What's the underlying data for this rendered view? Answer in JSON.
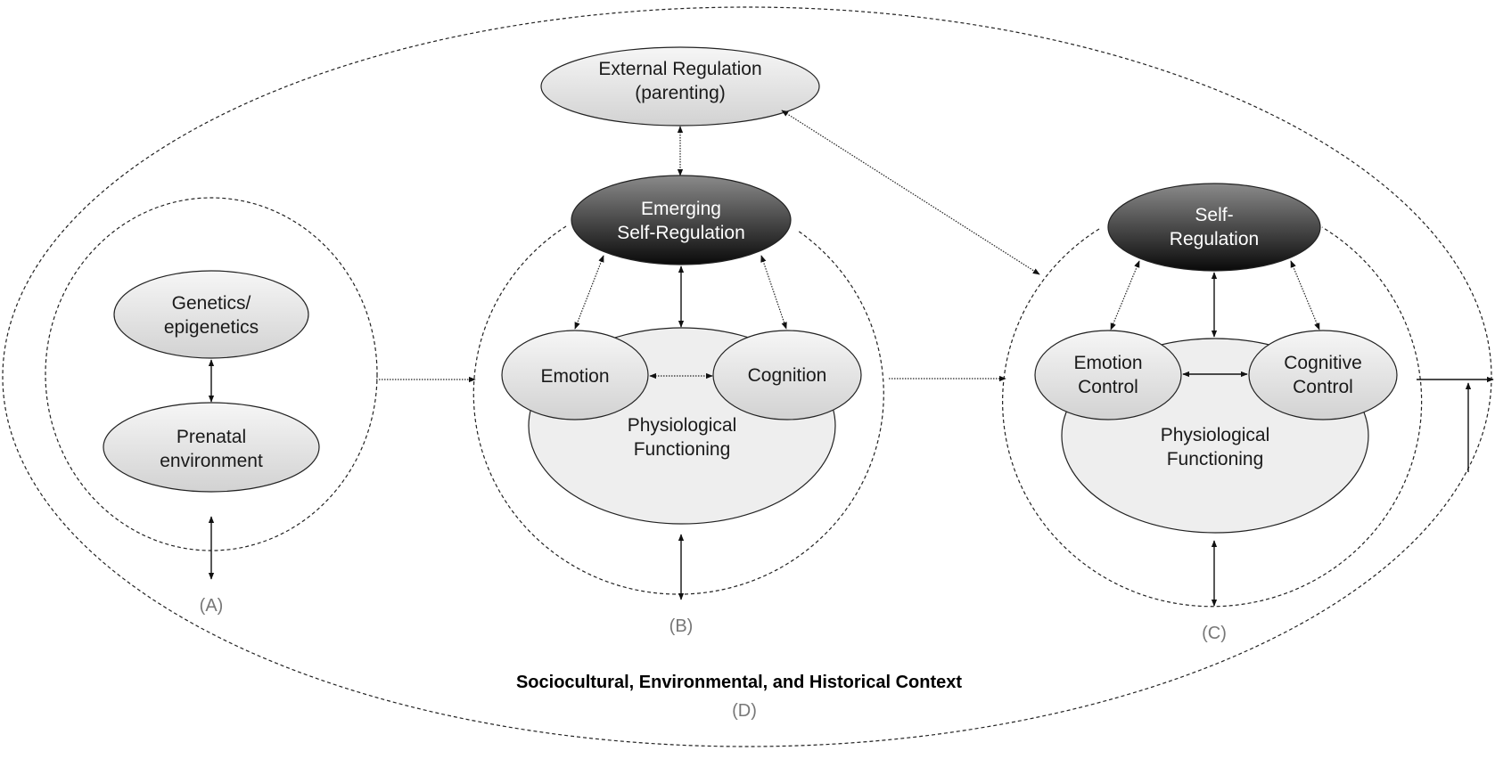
{
  "nodes": {
    "external_regulation": [
      "External Regulation",
      "(parenting)"
    ],
    "genetics": [
      "Genetics/",
      "epigenetics"
    ],
    "prenatal": [
      "Prenatal",
      "environment"
    ],
    "emerging_self_regulation": [
      "Emerging",
      "Self-Regulation"
    ],
    "emotion": "Emotion",
    "cognition": "Cognition",
    "physiological_b": [
      "Physiological",
      "Functioning"
    ],
    "self_regulation": [
      "Self-",
      "Regulation"
    ],
    "emotion_control": [
      "Emotion",
      "Control"
    ],
    "cognitive_control": [
      "Cognitive",
      "Control"
    ],
    "physiological_c": [
      "Physiological",
      "Functioning"
    ]
  },
  "stage_labels": {
    "a": "(A)",
    "b": "(B)",
    "c": "(C)"
  },
  "context": {
    "title": "Sociocultural, Environmental, and Historical Context",
    "tag": "(D)"
  },
  "colors": {
    "node_fill": "#eeeeee",
    "dark_node_top": "#8a8a8a",
    "dark_node_bottom": "#0a0a0a",
    "stroke": "#222222",
    "tag_text": "#777777"
  }
}
